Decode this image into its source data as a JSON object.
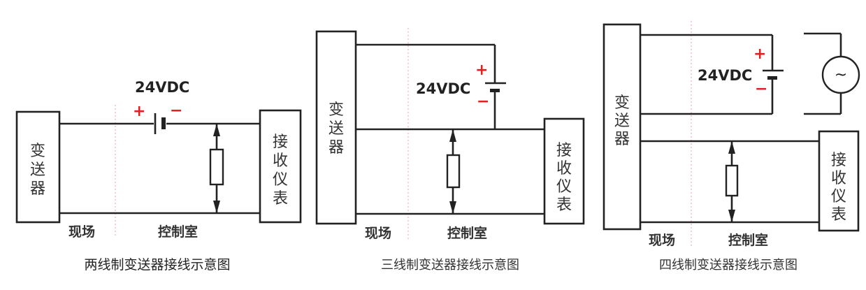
{
  "diagrams": [
    {
      "id": "two-wire",
      "transmitter_label": [
        "变",
        "送",
        "器"
      ],
      "receiver_label": [
        "接",
        "收",
        "仪",
        "表"
      ],
      "power_label": "24VDC",
      "plus": "+",
      "minus": "−",
      "field_label": "现场",
      "control_room_label": "控制室",
      "caption": "两线制变送器接线示意图"
    },
    {
      "id": "three-wire",
      "transmitter_label": [
        "变",
        "送",
        "器"
      ],
      "receiver_label": [
        "接",
        "收",
        "仪",
        "表"
      ],
      "power_label": "24VDC",
      "plus": "+",
      "minus": "−",
      "field_label": "现场",
      "control_room_label": "控制室",
      "caption": "三线制变送器接线示意图"
    },
    {
      "id": "four-wire",
      "transmitter_label": [
        "变",
        "送",
        "器"
      ],
      "receiver_label": [
        "接",
        "收",
        "仪",
        "表"
      ],
      "power_label": "24VDC",
      "plus": "+",
      "minus": "−",
      "ac_symbol": "~",
      "field_label": "现场",
      "control_room_label": "控制室",
      "caption": "四线制变送器接线示意图"
    }
  ],
  "colors": {
    "line": "#222222",
    "polarity": "#dd2222",
    "divider": "#e8a0a0"
  }
}
